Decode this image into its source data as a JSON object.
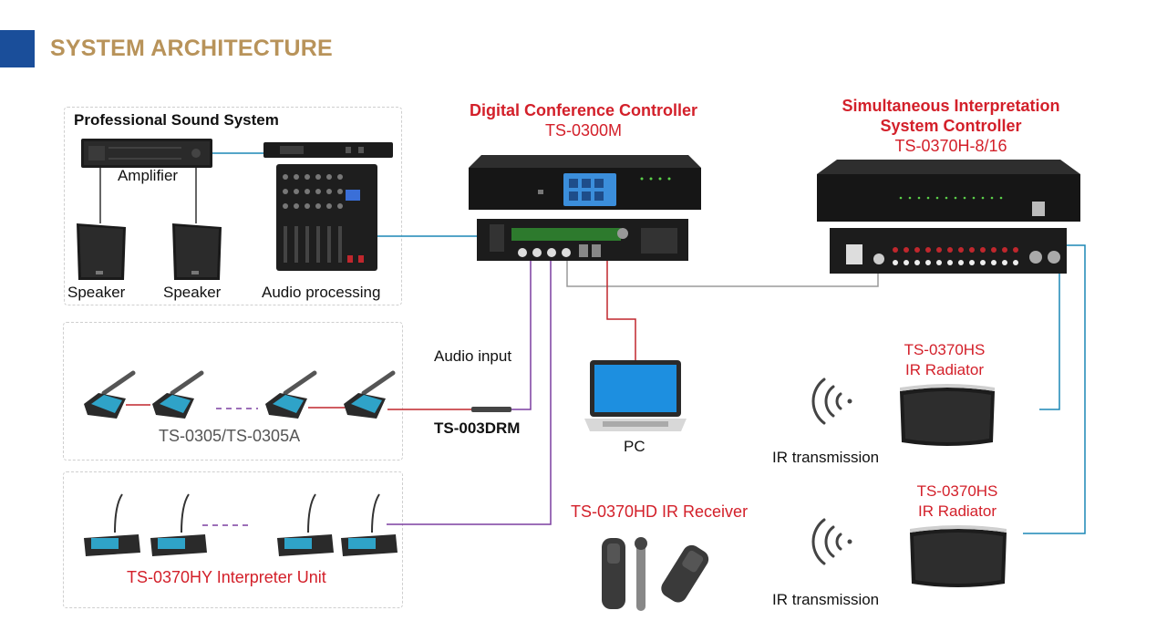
{
  "header": {
    "title": "SYSTEM ARCHITECTURE"
  },
  "colors": {
    "accent": "#1a4e9a",
    "title": "#b8935a",
    "red_label": "#d3202a",
    "wire_blue": "#1b87b5",
    "wire_red": "#c0272d",
    "wire_purple": "#7b3fa0",
    "wire_gray": "#9a9a9a"
  },
  "sound_system": {
    "title": "Professional Sound System",
    "amplifier": "Amplifier",
    "speaker_left": "Speaker",
    "speaker_right": "Speaker",
    "audio_processing": "Audio processing"
  },
  "conference_controller": {
    "title": "Digital Conference Controller",
    "model": "TS-0300M"
  },
  "interpretation_controller": {
    "title_line1": "Simultaneous Interpretation",
    "title_line2": "System Controller",
    "model": "TS-0370H-8/16"
  },
  "delegate_units": {
    "label": "TS-0305/TS-0305A"
  },
  "interpreter_units": {
    "label": "TS-0370HY Interpreter Unit"
  },
  "cable": {
    "audio_input": "Audio input",
    "model": "TS-003DRM"
  },
  "pc": {
    "label": "PC"
  },
  "receiver": {
    "label": "TS-0370HD IR Receiver"
  },
  "radiator_top": {
    "model": "TS-0370HS",
    "name": "IR Radiator",
    "transmission": "IR transmission"
  },
  "radiator_bottom": {
    "model": "TS-0370HS",
    "name": "IR Radiator",
    "transmission": "IR transmission"
  }
}
